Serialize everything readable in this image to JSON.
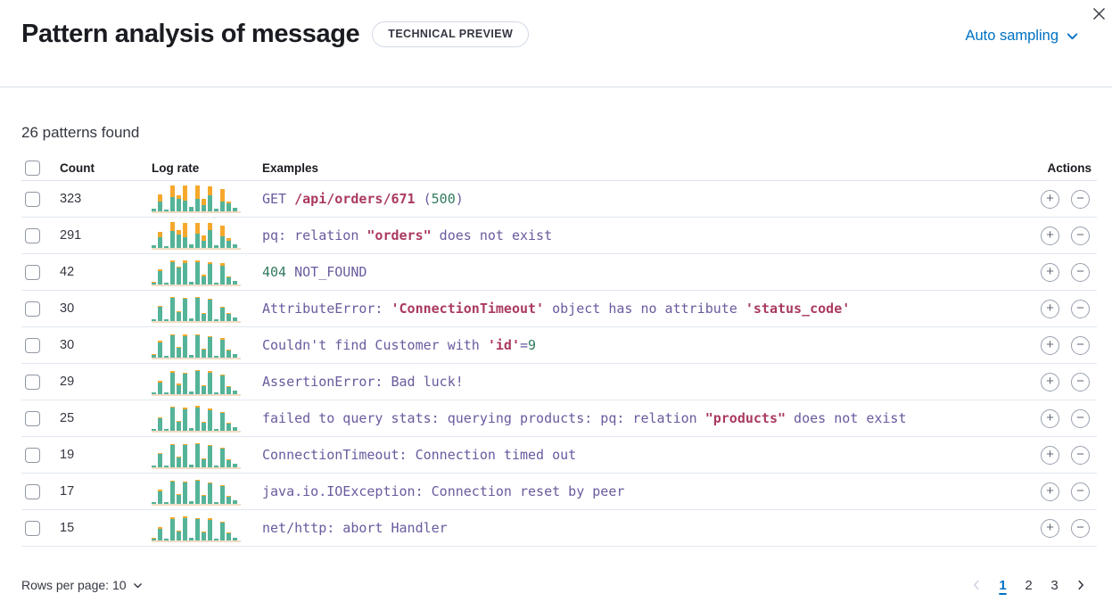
{
  "header": {
    "title": "Pattern analysis of message",
    "badge": "TECHNICAL PREVIEW",
    "sampling_label": "Auto sampling"
  },
  "summary": "26 patterns found",
  "colors": {
    "accent_blue": "#0071c2",
    "spark_green": "#54b399",
    "spark_orange": "#f6a82c",
    "spark_baseline": "#f2dcc3",
    "token_purple": "#6a5a9e",
    "token_maroon": "#aa3a60",
    "token_green": "#327a5d",
    "row_border": "#e2e8f2",
    "disabled_gray": "#d3dae6",
    "text_dark": "#343741"
  },
  "icons": {
    "close": "close-x",
    "chevron_down": "chevron-down",
    "plus": "+",
    "minus": "−",
    "chevron_left": "‹",
    "chevron_right": "›"
  },
  "table": {
    "columns": {
      "count": "Count",
      "log_rate": "Log rate",
      "examples": "Examples",
      "actions": "Actions"
    },
    "rows": [
      {
        "count": "323",
        "spark": [
          [
            3,
            0
          ],
          [
            11,
            8
          ],
          [
            2,
            0
          ],
          [
            16,
            13
          ],
          [
            14,
            4
          ],
          [
            12,
            17
          ],
          [
            5,
            0
          ],
          [
            14,
            15
          ],
          [
            7,
            7
          ],
          [
            18,
            10
          ],
          [
            3,
            0
          ],
          [
            11,
            14
          ],
          [
            9,
            2
          ],
          [
            4,
            0
          ]
        ],
        "tokens": [
          {
            "t": "GET ",
            "c": "p"
          },
          {
            "t": "/api/orders/671",
            "c": "m"
          },
          {
            "t": " (",
            "c": "p"
          },
          {
            "t": "500",
            "c": "g"
          },
          {
            "t": ")",
            "c": "p"
          }
        ]
      },
      {
        "count": "291",
        "spark": [
          [
            3,
            0
          ],
          [
            12,
            6
          ],
          [
            2,
            0
          ],
          [
            19,
            10
          ],
          [
            15,
            5
          ],
          [
            12,
            16
          ],
          [
            4,
            0
          ],
          [
            16,
            12
          ],
          [
            8,
            6
          ],
          [
            20,
            8
          ],
          [
            3,
            0
          ],
          [
            13,
            12
          ],
          [
            8,
            3
          ],
          [
            4,
            0
          ]
        ],
        "tokens": [
          {
            "t": "pq: relation ",
            "c": "p"
          },
          {
            "t": "\"orders\"",
            "c": "m"
          },
          {
            "t": " does not exist",
            "c": "p"
          }
        ]
      },
      {
        "count": "42",
        "spark": [
          [
            2,
            1
          ],
          [
            15,
            2
          ],
          [
            2,
            0
          ],
          [
            25,
            2
          ],
          [
            19,
            1
          ],
          [
            24,
            3
          ],
          [
            3,
            0
          ],
          [
            25,
            2
          ],
          [
            9,
            2
          ],
          [
            23,
            2
          ],
          [
            2,
            0
          ],
          [
            21,
            3
          ],
          [
            8,
            1
          ],
          [
            4,
            0
          ]
        ],
        "tokens": [
          {
            "t": "404",
            "c": "g"
          },
          {
            "t": " NOT_FOUND",
            "c": "p"
          }
        ]
      },
      {
        "count": "30",
        "spark": [
          [
            2,
            0
          ],
          [
            16,
            1
          ],
          [
            2,
            0
          ],
          [
            26,
            1
          ],
          [
            10,
            1
          ],
          [
            25,
            1
          ],
          [
            3,
            0
          ],
          [
            26,
            1
          ],
          [
            8,
            1
          ],
          [
            24,
            1
          ],
          [
            2,
            0
          ],
          [
            15,
            1
          ],
          [
            8,
            1
          ],
          [
            4,
            0
          ]
        ],
        "tokens": [
          {
            "t": "AttributeError: ",
            "c": "p"
          },
          {
            "t": "'ConnectionTimeout'",
            "c": "m"
          },
          {
            "t": " object has no attribute ",
            "c": "p"
          },
          {
            "t": "'status_code'",
            "c": "m"
          }
        ]
      },
      {
        "count": "30",
        "spark": [
          [
            3,
            1
          ],
          [
            17,
            2
          ],
          [
            2,
            0
          ],
          [
            25,
            1
          ],
          [
            11,
            1
          ],
          [
            24,
            2
          ],
          [
            3,
            0
          ],
          [
            25,
            1
          ],
          [
            9,
            1
          ],
          [
            23,
            1
          ],
          [
            2,
            0
          ],
          [
            20,
            2
          ],
          [
            8,
            1
          ],
          [
            4,
            0
          ]
        ],
        "tokens": [
          {
            "t": "Couldn't find Customer with ",
            "c": "p"
          },
          {
            "t": "'id'",
            "c": "m"
          },
          {
            "t": "=",
            "c": "p"
          },
          {
            "t": "9",
            "c": "g"
          }
        ]
      },
      {
        "count": "29",
        "spark": [
          [
            2,
            0
          ],
          [
            13,
            2
          ],
          [
            2,
            0
          ],
          [
            24,
            2
          ],
          [
            10,
            2
          ],
          [
            23,
            1
          ],
          [
            3,
            0
          ],
          [
            26,
            1
          ],
          [
            9,
            1
          ],
          [
            24,
            2
          ],
          [
            2,
            0
          ],
          [
            21,
            1
          ],
          [
            8,
            1
          ],
          [
            4,
            0
          ]
        ],
        "tokens": [
          {
            "t": "AssertionError: Bad luck!",
            "c": "p"
          }
        ]
      },
      {
        "count": "25",
        "spark": [
          [
            2,
            0
          ],
          [
            14,
            1
          ],
          [
            2,
            0
          ],
          [
            26,
            1
          ],
          [
            10,
            1
          ],
          [
            24,
            2
          ],
          [
            3,
            0
          ],
          [
            26,
            2
          ],
          [
            9,
            1
          ],
          [
            23,
            2
          ],
          [
            2,
            0
          ],
          [
            20,
            1
          ],
          [
            8,
            1
          ],
          [
            4,
            0
          ]
        ],
        "tokens": [
          {
            "t": "failed to query stats: querying products: pq: relation ",
            "c": "p"
          },
          {
            "t": "\"products\"",
            "c": "m"
          },
          {
            "t": " does not exist",
            "c": "p"
          }
        ]
      },
      {
        "count": "19",
        "spark": [
          [
            2,
            0
          ],
          [
            15,
            1
          ],
          [
            2,
            0
          ],
          [
            25,
            1
          ],
          [
            11,
            1
          ],
          [
            25,
            1
          ],
          [
            3,
            0
          ],
          [
            26,
            1
          ],
          [
            9,
            1
          ],
          [
            24,
            1
          ],
          [
            2,
            0
          ],
          [
            21,
            1
          ],
          [
            8,
            1
          ],
          [
            4,
            0
          ]
        ],
        "tokens": [
          {
            "t": "ConnectionTimeout: Connection timed out",
            "c": "p"
          }
        ]
      },
      {
        "count": "17",
        "spark": [
          [
            2,
            0
          ],
          [
            14,
            2
          ],
          [
            2,
            0
          ],
          [
            25,
            1
          ],
          [
            10,
            1
          ],
          [
            24,
            1
          ],
          [
            3,
            0
          ],
          [
            26,
            1
          ],
          [
            9,
            1
          ],
          [
            23,
            1
          ],
          [
            2,
            0
          ],
          [
            20,
            1
          ],
          [
            8,
            1
          ],
          [
            4,
            0
          ]
        ],
        "tokens": [
          {
            "t": "java.io.IOException: Connection reset by peer",
            "c": "p"
          }
        ]
      },
      {
        "count": "15",
        "spark": [
          [
            2,
            1
          ],
          [
            13,
            2
          ],
          [
            2,
            0
          ],
          [
            24,
            2
          ],
          [
            10,
            1
          ],
          [
            25,
            2
          ],
          [
            3,
            0
          ],
          [
            24,
            1
          ],
          [
            9,
            1
          ],
          [
            23,
            2
          ],
          [
            2,
            0
          ],
          [
            20,
            1
          ],
          [
            8,
            1
          ],
          [
            3,
            0
          ]
        ],
        "tokens": [
          {
            "t": "net/http: abort Handler",
            "c": "p"
          }
        ]
      }
    ]
  },
  "footer": {
    "rows_per_page_label": "Rows per page: 10",
    "pages": [
      "1",
      "2",
      "3"
    ],
    "active_page": "1"
  }
}
